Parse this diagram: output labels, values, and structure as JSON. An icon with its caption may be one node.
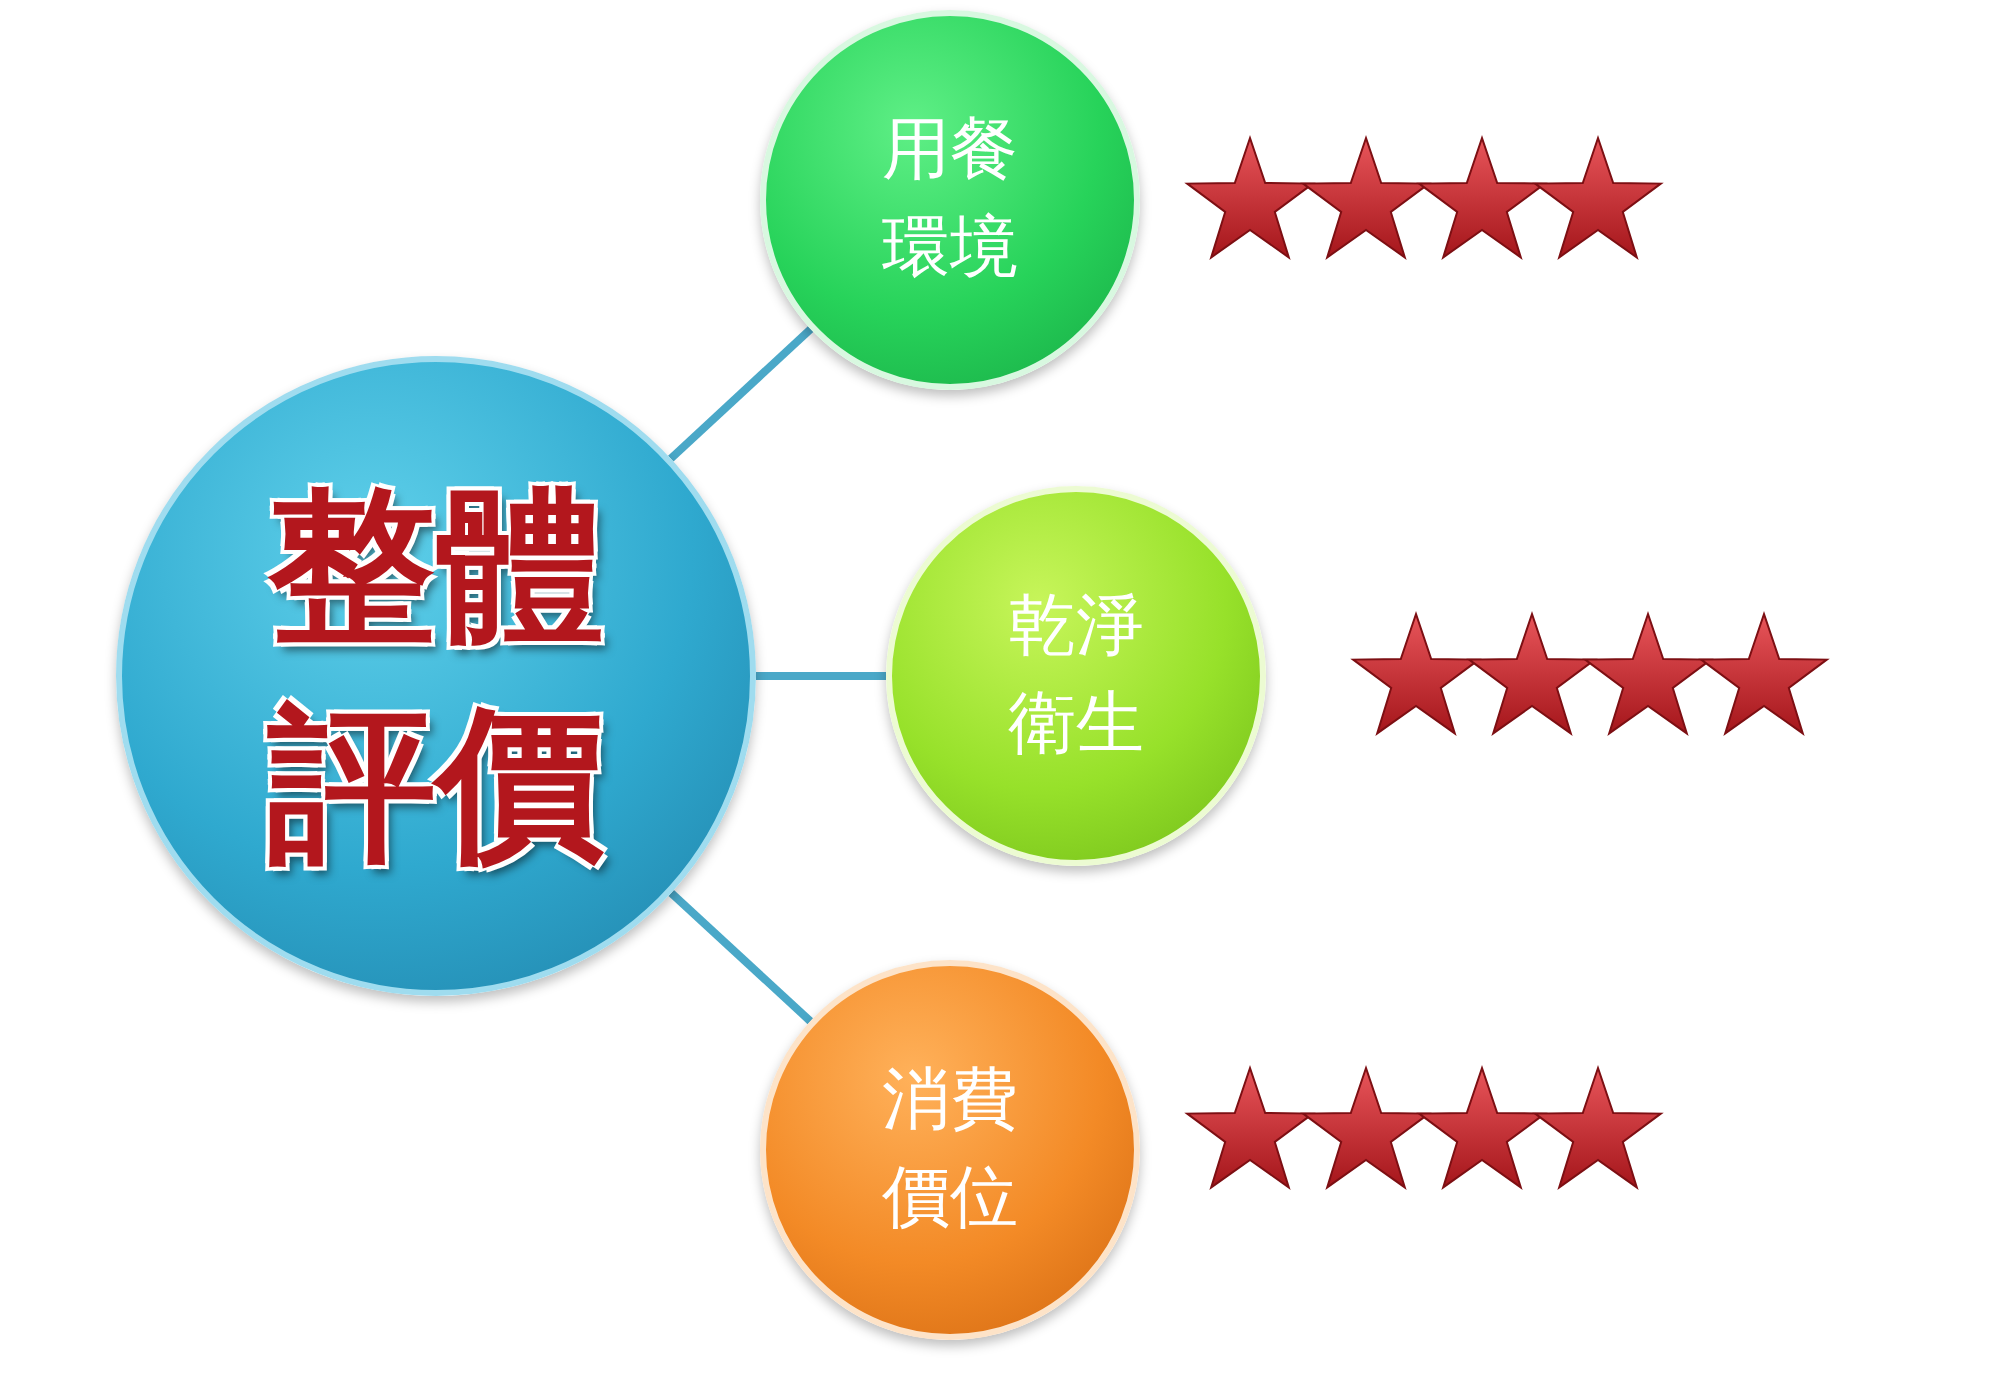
{
  "diagram": {
    "nodes": [
      {
        "text": [
          "整體評價"
        ]
      },
      {
        "text": [
          "用餐環境"
        ]
      },
      {
        "text": [
          "乾淨衛生"
        ]
      },
      {
        "text": [
          "消費價位"
        ]
      }
    ],
    "edges": [
      {
        "from": 0,
        "to": 1,
        "arrow": "none"
      },
      {
        "from": 0,
        "to": 2,
        "arrow": "none"
      },
      {
        "from": 0,
        "to": 3,
        "arrow": "none"
      }
    ]
  }
}
